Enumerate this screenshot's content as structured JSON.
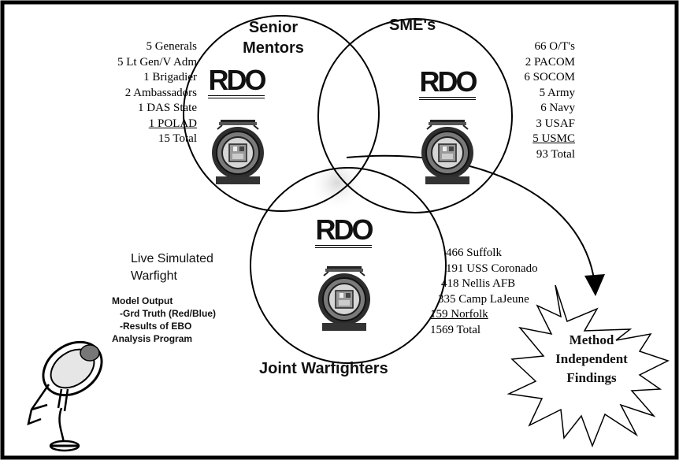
{
  "circles": {
    "senior_mentors": {
      "title_line1": "Senior",
      "title_line2": "Mentors"
    },
    "smes": {
      "title": "SME's"
    },
    "joint_warfighters": {
      "title": "Joint Warfighters"
    }
  },
  "rdo_label": "RDO",
  "senior_list": {
    "items": [
      "5 Generals",
      "5 Lt Gen/V Adm",
      "1 Brigadier",
      "2 Ambassadors",
      "1 DAS State",
      "1 POLAD"
    ],
    "total": "15 Total"
  },
  "sme_list": {
    "items": [
      "66 O/T's",
      "2 PACOM",
      "6 SOCOM",
      "5 Army",
      "6 Navy",
      "3 USAF",
      "5 USMC"
    ],
    "total": "93 Total"
  },
  "warfighter_list": {
    "items": [
      "466 Suffolk",
      "191 USS Coronado",
      "418 Nellis AFB",
      "335 Camp LaJeune",
      "159 Norfolk"
    ],
    "total": "1569 Total"
  },
  "live_sim": {
    "line1": "Live Simulated",
    "line2": "Warfight"
  },
  "model_output": {
    "line1": "Model Output",
    "line2": "-Grd Truth (Red/Blue)",
    "line3": "-Results of EBO",
    "line4": "Analysis Program"
  },
  "findings": {
    "line1": "Method",
    "line2": "Independent",
    "line3": "Findings"
  }
}
